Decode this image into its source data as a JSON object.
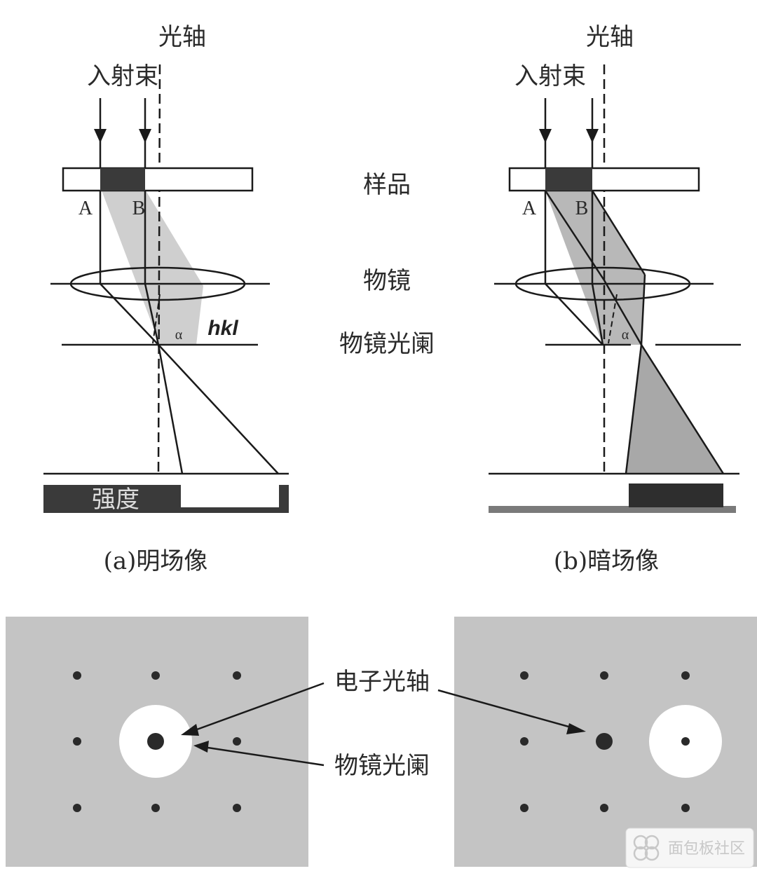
{
  "labels": {
    "optic_axis": "光轴",
    "incident_beam": "入射束",
    "sample": "样品",
    "objective_lens": "物镜",
    "objective_aperture": "物镜光阑",
    "point_a": "A",
    "point_b": "B",
    "alpha": "α",
    "hkl": "hkl",
    "intensity": "强度",
    "electron_optic_axis": "电子光轴",
    "objective_aperture_bottom": "物镜光阑"
  },
  "captions": {
    "bright_field": "(a)明场像",
    "dark_field": "(b)暗场像"
  },
  "watermark": {
    "text": "面包板社区"
  },
  "colors": {
    "line": "#1a1a1a",
    "dark_fill": "#3a3a3a",
    "beam_light": "#cfcfcf",
    "beam_dark": "#a8a8a8",
    "panel_bg": "#c4c4c4",
    "spot": "#2a2a2a",
    "aperture_hole": "#ffffff"
  }
}
